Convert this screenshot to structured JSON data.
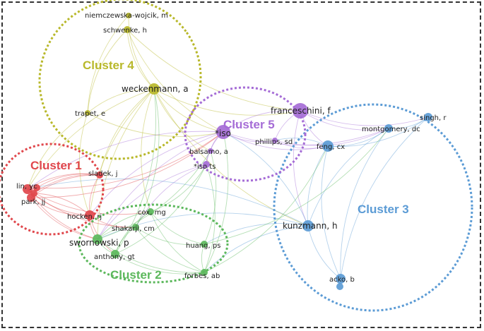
{
  "colors": {
    "red": "#e0474c",
    "green": "#5cb85c",
    "blue": "#5b9bd5",
    "yellow": "#b8b82a",
    "purple": "#a56cd6",
    "label": "#222222"
  },
  "clusters": [
    {
      "id": "c1",
      "label": "Cluster 1",
      "color": "red"
    },
    {
      "id": "c2",
      "label": "Cluster 2",
      "color": "green"
    },
    {
      "id": "c3",
      "label": "Cluster 3",
      "color": "blue"
    },
    {
      "id": "c4",
      "label": "Cluster 4",
      "color": "yellow"
    },
    {
      "id": "c5",
      "label": "Cluster 5",
      "color": "purple"
    }
  ],
  "nodes": [
    {
      "id": "niemczewska",
      "label": "niemczewska-wojcik, m",
      "cluster": "c4"
    },
    {
      "id": "schwenke",
      "label": "schwenke, h",
      "cluster": "c4"
    },
    {
      "id": "weckenmann",
      "label": "weckenmann, a",
      "cluster": "c4"
    },
    {
      "id": "trapet",
      "label": "trapet, e",
      "cluster": "c4"
    },
    {
      "id": "franceschini",
      "label": "franceschini, f",
      "cluster": "c5"
    },
    {
      "id": "iso",
      "label": "*iso",
      "cluster": "c5"
    },
    {
      "id": "phillips",
      "label": "phillips, sd",
      "cluster": "c5"
    },
    {
      "id": "balsamo",
      "label": "balsamo, a",
      "cluster": "c5"
    },
    {
      "id": "isots",
      "label": "*iso ts",
      "cluster": "c5"
    },
    {
      "id": "singh",
      "label": "singh, r",
      "cluster": "c3"
    },
    {
      "id": "montgomery",
      "label": "montgomery, dc",
      "cluster": "c3"
    },
    {
      "id": "feng",
      "label": "feng, cx",
      "cluster": "c3"
    },
    {
      "id": "kunzmann",
      "label": "kunzmann, h",
      "cluster": "c3"
    },
    {
      "id": "acko",
      "label": "acko, b",
      "cluster": "c3"
    },
    {
      "id": "acko2",
      "label": "",
      "cluster": "c3"
    },
    {
      "id": "sladek",
      "label": "sladek, j",
      "cluster": "c1"
    },
    {
      "id": "linyc",
      "label": "lin, yc",
      "cluster": "c1"
    },
    {
      "id": "parkjj",
      "label": "park, jj",
      "cluster": "c1"
    },
    {
      "id": "hocken",
      "label": "hocken, rj",
      "cluster": "c1"
    },
    {
      "id": "red4",
      "label": "",
      "cluster": "c1"
    },
    {
      "id": "red5",
      "label": "",
      "cluster": "c1"
    },
    {
      "id": "coxmg",
      "label": "cox, mg",
      "cluster": "c2"
    },
    {
      "id": "shakarji",
      "label": "shakarji, cm",
      "cluster": "c2"
    },
    {
      "id": "swornowski",
      "label": "swornowski, p",
      "cluster": "c2"
    },
    {
      "id": "anthony",
      "label": "anthony, gt",
      "cluster": "c2"
    },
    {
      "id": "huang",
      "label": "huang, ps",
      "cluster": "c2"
    },
    {
      "id": "forbes",
      "label": "forbes, ab",
      "cluster": "c2"
    }
  ],
  "links": [
    [
      "niemczewska",
      "weckenmann"
    ],
    [
      "schwenke",
      "weckenmann"
    ],
    [
      "schwenke",
      "trapet"
    ],
    [
      "weckenmann",
      "trapet"
    ],
    [
      "weckenmann",
      "iso"
    ],
    [
      "weckenmann",
      "balsamo"
    ],
    [
      "weckenmann",
      "franceschini"
    ],
    [
      "weckenmann",
      "hocken"
    ],
    [
      "weckenmann",
      "swornowski"
    ],
    [
      "weckenmann",
      "coxmg"
    ],
    [
      "weckenmann",
      "sladek"
    ],
    [
      "weckenmann",
      "kunzmann"
    ],
    [
      "weckenmann",
      "linyc"
    ],
    [
      "trapet",
      "hocken"
    ],
    [
      "trapet",
      "linyc"
    ],
    [
      "trapet",
      "iso"
    ],
    [
      "schwenke",
      "iso"
    ],
    [
      "niemczewska",
      "trapet"
    ],
    [
      "schwenke",
      "franceschini"
    ],
    [
      "franceschini",
      "iso"
    ],
    [
      "franceschini",
      "feng"
    ],
    [
      "franceschini",
      "montgomery"
    ],
    [
      "franceschini",
      "phillips"
    ],
    [
      "franceschini",
      "singh"
    ],
    [
      "franceschini",
      "kunzmann"
    ],
    [
      "iso",
      "balsamo"
    ],
    [
      "iso",
      "phillips"
    ],
    [
      "iso",
      "isots"
    ],
    [
      "iso",
      "feng"
    ],
    [
      "iso",
      "montgomery"
    ],
    [
      "iso",
      "hocken"
    ],
    [
      "iso",
      "swornowski"
    ],
    [
      "iso",
      "linyc"
    ],
    [
      "balsamo",
      "isots"
    ],
    [
      "isots",
      "swornowski"
    ],
    [
      "isots",
      "shakarji"
    ],
    [
      "phillips",
      "feng"
    ],
    [
      "phillips",
      "montgomery"
    ],
    [
      "feng",
      "montgomery"
    ],
    [
      "feng",
      "singh"
    ],
    [
      "montgomery",
      "singh"
    ],
    [
      "feng",
      "kunzmann"
    ],
    [
      "montgomery",
      "kunzmann"
    ],
    [
      "kunzmann",
      "acko"
    ],
    [
      "montgomery",
      "acko"
    ],
    [
      "singh",
      "acko"
    ],
    [
      "feng",
      "acko"
    ],
    [
      "kunzmann",
      "forbes"
    ],
    [
      "kunzmann",
      "huang"
    ],
    [
      "kunzmann",
      "iso"
    ],
    [
      "kunzmann",
      "swornowski"
    ],
    [
      "kunzmann",
      "linyc"
    ],
    [
      "feng",
      "phillips"
    ],
    [
      "sladek",
      "linyc"
    ],
    [
      "sladek",
      "parkjj"
    ],
    [
      "sladek",
      "hocken"
    ],
    [
      "sladek",
      "red4"
    ],
    [
      "sladek",
      "red5"
    ],
    [
      "linyc",
      "parkjj"
    ],
    [
      "linyc",
      "hocken"
    ],
    [
      "linyc",
      "red4"
    ],
    [
      "linyc",
      "red5"
    ],
    [
      "parkjj",
      "hocken"
    ],
    [
      "parkjj",
      "red4"
    ],
    [
      "red4",
      "red5"
    ],
    [
      "hocken",
      "red5"
    ],
    [
      "linyc",
      "swornowski"
    ],
    [
      "parkjj",
      "swornowski"
    ],
    [
      "hocken",
      "swornowski"
    ],
    [
      "hocken",
      "shakarji"
    ],
    [
      "hocken",
      "anthony"
    ],
    [
      "linyc",
      "shakarji"
    ],
    [
      "red4",
      "iso"
    ],
    [
      "parkjj",
      "iso"
    ],
    [
      "linyc",
      "coxmg"
    ],
    [
      "coxmg",
      "shakarji"
    ],
    [
      "coxmg",
      "swornowski"
    ],
    [
      "coxmg",
      "anthony"
    ],
    [
      "coxmg",
      "huang"
    ],
    [
      "coxmg",
      "forbes"
    ],
    [
      "shakarji",
      "swornowski"
    ],
    [
      "shakarji",
      "anthony"
    ],
    [
      "shakarji",
      "huang"
    ],
    [
      "shakarji",
      "forbes"
    ],
    [
      "swornowski",
      "anthony"
    ],
    [
      "swornowski",
      "forbes"
    ],
    [
      "anthony",
      "forbes"
    ],
    [
      "huang",
      "forbes"
    ],
    [
      "huang",
      "balsamo"
    ],
    [
      "forbes",
      "iso"
    ],
    [
      "forbes",
      "isots"
    ],
    [
      "anthony",
      "isots"
    ],
    [
      "coxmg",
      "isots"
    ],
    [
      "swornowski",
      "balsamo"
    ],
    [
      "huang",
      "montgomery"
    ],
    [
      "forbes",
      "feng"
    ],
    [
      "anthony",
      "weckenmann"
    ],
    [
      "shakarji",
      "weckenmann"
    ]
  ]
}
